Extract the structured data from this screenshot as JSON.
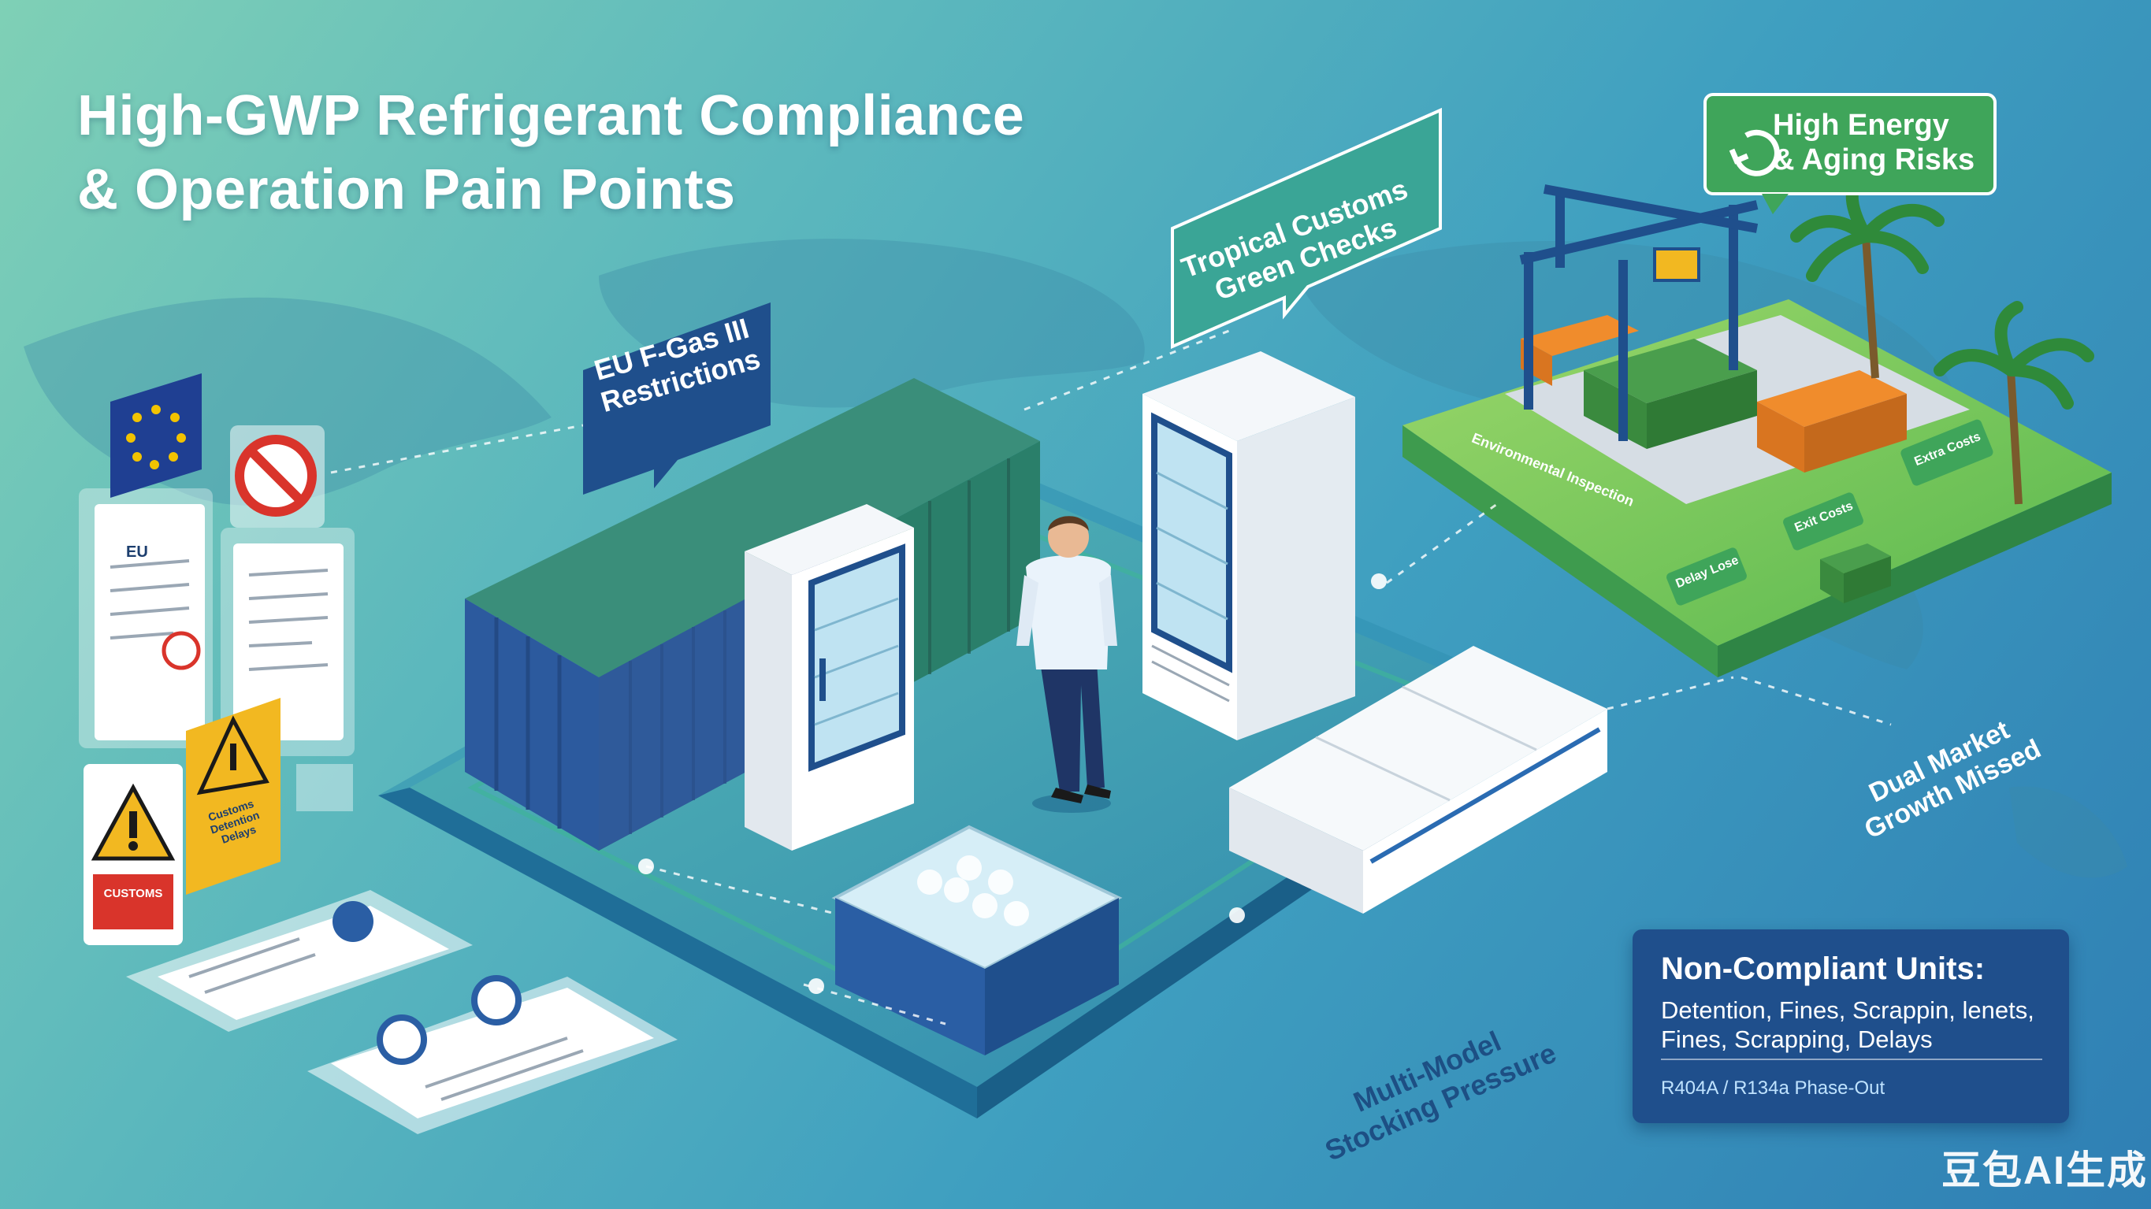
{
  "title": {
    "line1": "High-GWP Refrigerant Compliance",
    "line2": "& Operation Pain Points"
  },
  "callouts": {
    "eu_fgas": "EU F-Gas III Restrictions",
    "tropical_customs": "Tropical Customs Green Checks",
    "high_energy": "High Energy & Aging Risks",
    "dual_market": "Dual Market Growth Missed",
    "multi_model": "Multi-Model Stocking Pressure"
  },
  "non_compliant_panel": {
    "title": "Non-Compliant Units:",
    "body": "Detention, Fines, Scrappin, lenets, Fines, Scrapping, Delays",
    "footer": "R404A / R134a Phase-Out"
  },
  "document_labels": {
    "eu_doc": "EU",
    "warning_sign_text": "CUSTOMS",
    "yellow_sign_text": "Customs Detention Delays"
  },
  "island_signs": {
    "port_label": "Environmental Inspection",
    "sign_delay": "Delay Lose",
    "sign_exit": "Exit Costs",
    "sign_extra": "Extra Costs"
  },
  "watermark": "豆包AI生成",
  "colors": {
    "accent_green": "#3fa55a",
    "accent_navy": "#23508e",
    "container_blue": "#2f5a9a",
    "container_green": "#2e8a72",
    "warning_yellow": "#f2b821",
    "warning_red": "#d9342b"
  },
  "icons": [
    "eu-flag-icon",
    "no-entry-icon",
    "warning-icon",
    "refresh-icon",
    "palm-tree-icon",
    "crane-icon",
    "person-icon"
  ]
}
